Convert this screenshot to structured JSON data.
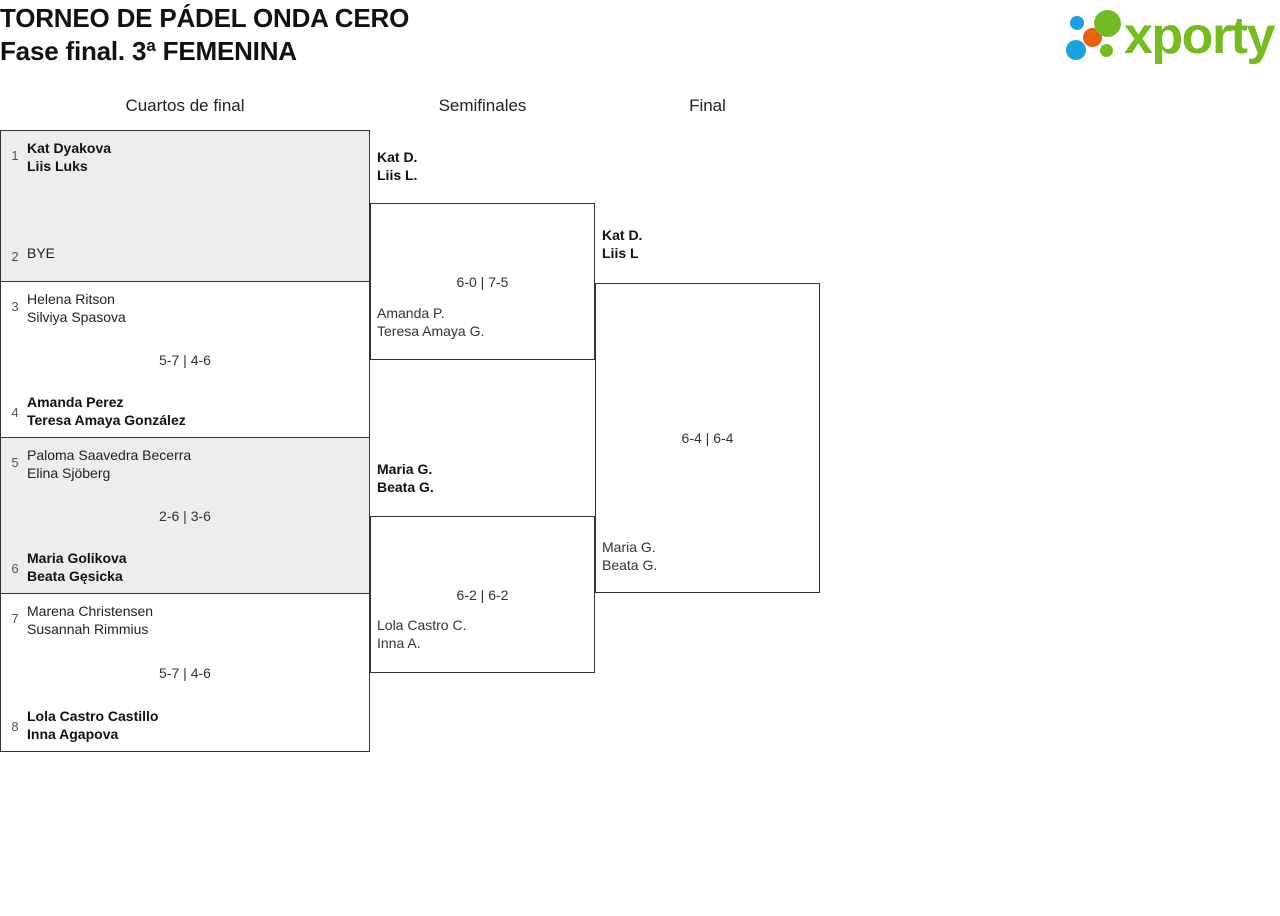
{
  "header": {
    "title_line1": "TORNEO DE PÁDEL ONDA CERO",
    "title_line2": "Fase final. 3ª FEMENINA",
    "logo_text": "xporty",
    "logo_colors": {
      "green": "#76bc21",
      "blue": "#1ba0e1",
      "orange": "#e8620c"
    }
  },
  "rounds": [
    {
      "id": "quarterfinals",
      "label": "Cuartos de final"
    },
    {
      "id": "semifinals",
      "label": "Semifinales"
    },
    {
      "id": "final",
      "label": "Final"
    }
  ],
  "quarterfinals": [
    {
      "seed_top": "1",
      "top_p1": "Kat Dyakova",
      "top_p2": "Liis Luks",
      "seed_bot": "2",
      "bot_p1": "BYE",
      "bot_p2": "",
      "score": "",
      "winner": "top",
      "shaded": true
    },
    {
      "seed_top": "3",
      "top_p1": "Helena Ritson",
      "top_p2": "Silviya Spasova",
      "seed_bot": "4",
      "bot_p1": "Amanda Perez",
      "bot_p2": "Teresa Amaya González",
      "score": "5-7 | 4-6",
      "winner": "bottom",
      "shaded": false
    },
    {
      "seed_top": "5",
      "top_p1": "Paloma Saavedra Becerra",
      "top_p2": "Elina Sjöberg",
      "seed_bot": "6",
      "bot_p1": "Maria Golikova",
      "bot_p2": "Beata Gęsicka",
      "score": "2-6 | 3-6",
      "winner": "bottom",
      "shaded": true
    },
    {
      "seed_top": "7",
      "top_p1": "Marena Christensen",
      "top_p2": "Susannah Rimmius",
      "seed_bot": "8",
      "bot_p1": "Lola Castro Castillo",
      "bot_p2": "Inna Agapova",
      "score": "5-7 | 4-6",
      "winner": "bottom",
      "shaded": false
    }
  ],
  "semifinals": [
    {
      "top_p1": "Kat D.",
      "top_p2": "Liis L.",
      "bot_p1": "Amanda P.",
      "bot_p2": "Teresa Amaya G.",
      "score": "6-0 | 7-5",
      "winner": "top"
    },
    {
      "top_p1": "Maria G.",
      "top_p2": "Beata G.",
      "bot_p1": "Lola Castro C.",
      "bot_p2": "Inna A.",
      "score": "6-2 | 6-2",
      "winner": "top"
    }
  ],
  "final": {
    "top_p1": "Kat D.",
    "top_p2": "Liis L",
    "bot_p1": "Maria G.",
    "bot_p2": "Beata G.",
    "score": "6-4 | 6-4",
    "winner": "top"
  }
}
